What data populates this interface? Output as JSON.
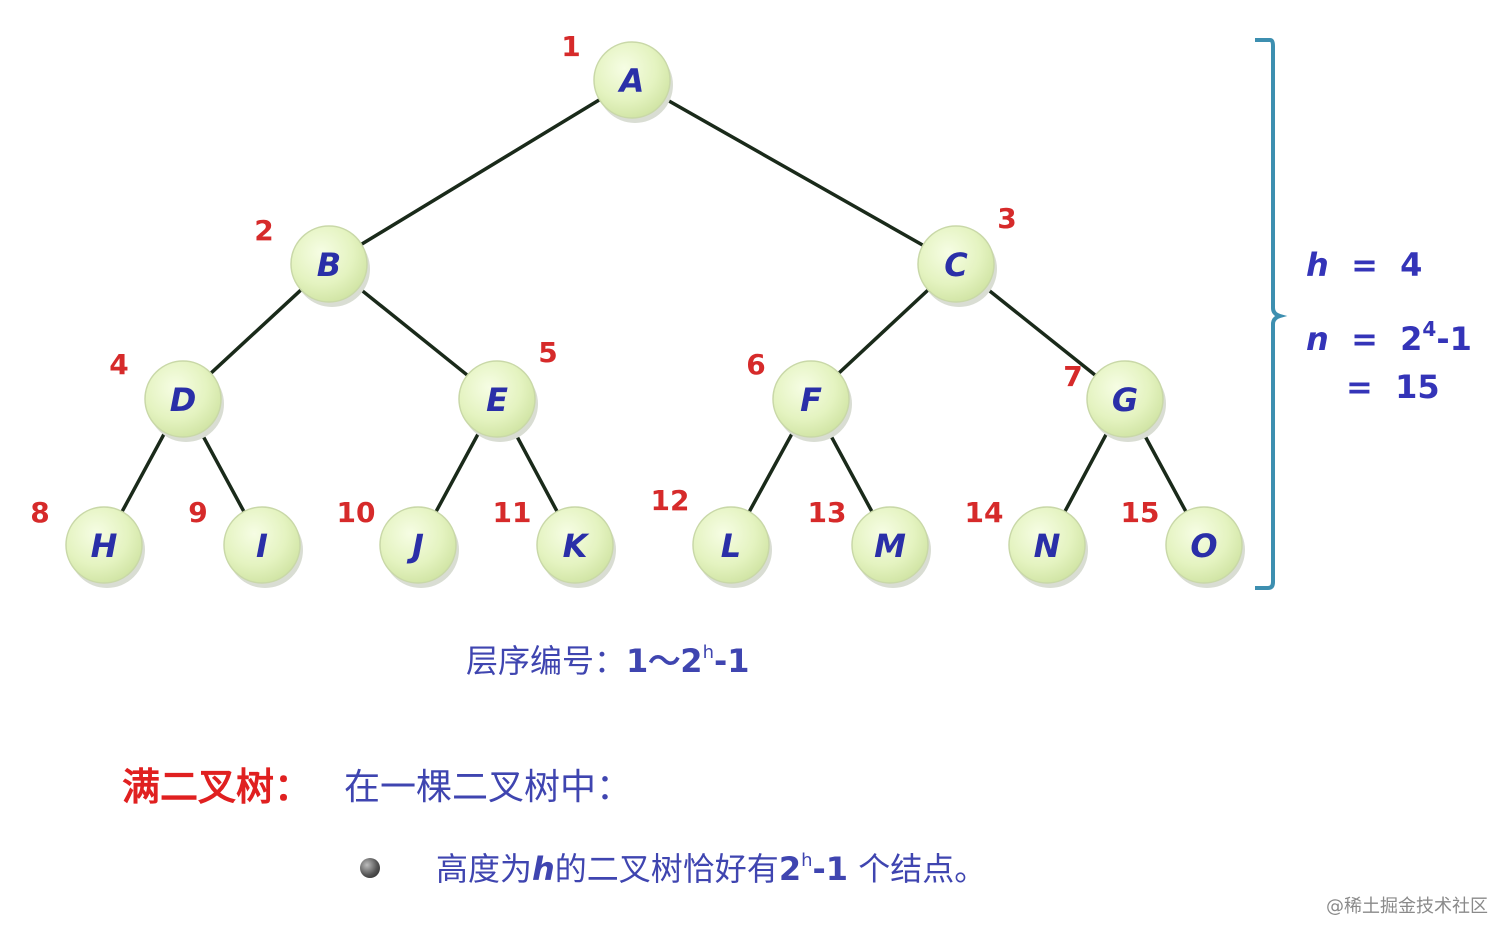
{
  "tree": {
    "nodes": [
      {
        "id": "A",
        "index": "1"
      },
      {
        "id": "B",
        "index": "2"
      },
      {
        "id": "C",
        "index": "3"
      },
      {
        "id": "D",
        "index": "4"
      },
      {
        "id": "E",
        "index": "5"
      },
      {
        "id": "F",
        "index": "6"
      },
      {
        "id": "G",
        "index": "7"
      },
      {
        "id": "H",
        "index": "8"
      },
      {
        "id": "I",
        "index": "9"
      },
      {
        "id": "J",
        "index": "10"
      },
      {
        "id": "K",
        "index": "11"
      },
      {
        "id": "L",
        "index": "12"
      },
      {
        "id": "M",
        "index": "13"
      },
      {
        "id": "N",
        "index": "14"
      },
      {
        "id": "O",
        "index": "15"
      }
    ],
    "edges": [
      [
        "A",
        "B"
      ],
      [
        "A",
        "C"
      ],
      [
        "B",
        "D"
      ],
      [
        "B",
        "E"
      ],
      [
        "C",
        "F"
      ],
      [
        "C",
        "G"
      ],
      [
        "D",
        "H"
      ],
      [
        "D",
        "I"
      ],
      [
        "E",
        "J"
      ],
      [
        "E",
        "K"
      ],
      [
        "F",
        "L"
      ],
      [
        "F",
        "M"
      ],
      [
        "G",
        "N"
      ],
      [
        "G",
        "O"
      ]
    ]
  },
  "formula": {
    "h_var": "h",
    "h_eq": "=",
    "h_val": "4",
    "n_var": "n",
    "n_eq": "=",
    "n_base": "2",
    "n_exp": "4",
    "n_tail": "-1",
    "n2_eq": "=",
    "n2_val": "15"
  },
  "caption": {
    "label": "层序编号：",
    "range_start": "1～2",
    "range_exp": "h",
    "range_tail": "-1"
  },
  "definition": {
    "title": "满二叉树：",
    "rest": "在一棵二叉树中："
  },
  "bullet": {
    "part1": "高度为",
    "h": "h",
    "part2": "的二叉树恰好有",
    "base": "2",
    "exp": "h",
    "tail": "-1",
    "part3": " 个结点。"
  },
  "watermark": "@稀土掘金技术社区",
  "colors": {
    "node_fill": "#e6f5c4",
    "node_label": "#2a2fa8",
    "index_label": "#d62a2a",
    "edge": "#1a2a1a",
    "bracket": "#3d8fb0",
    "title_red": "#e02020",
    "text_blue": "#3f45b0"
  }
}
